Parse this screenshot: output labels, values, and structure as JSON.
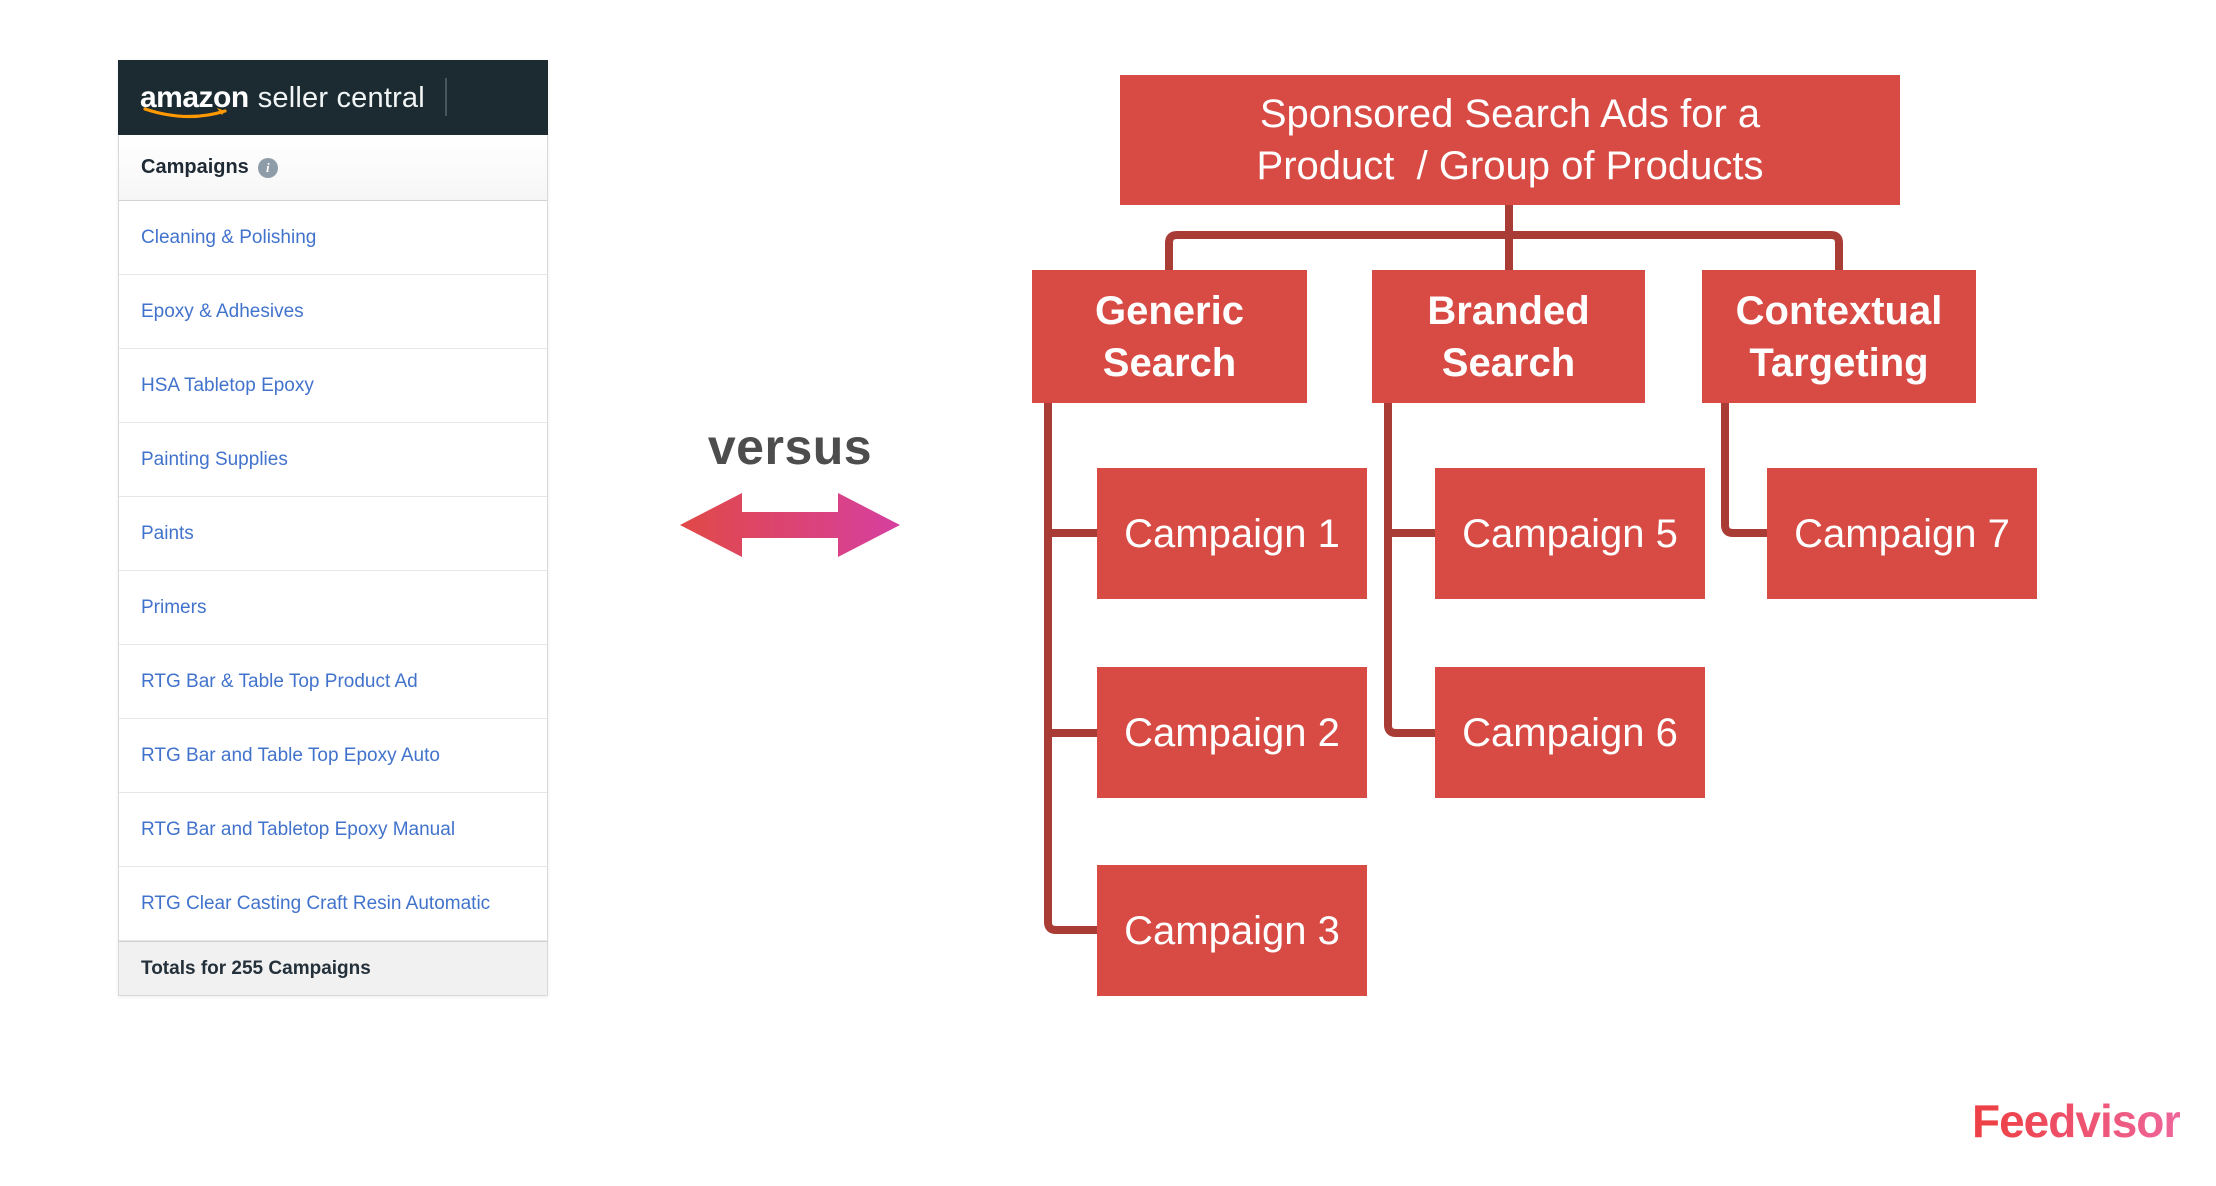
{
  "seller_central": {
    "brand": {
      "amazon": "amazon",
      "suffix": "seller central"
    },
    "header": {
      "title": "Campaigns",
      "info_glyph": "i"
    },
    "campaigns": [
      "Cleaning & Polishing",
      "Epoxy & Adhesives",
      "HSA Tabletop Epoxy",
      "Painting Supplies",
      "Paints",
      "Primers",
      "RTG Bar & Table Top Product Ad",
      "RTG Bar and Table Top Epoxy Auto",
      "RTG Bar and Tabletop Epoxy Manual",
      "RTG Clear Casting Craft Resin Automatic"
    ],
    "totals": "Totals for 255 Campaigns"
  },
  "comparison": {
    "versus_label": "versus"
  },
  "diagram": {
    "root_line1": "Sponsored Search Ads for a",
    "root_line2": "Product  / Group of Products",
    "groups": [
      {
        "label": "Generic Search",
        "campaigns": [
          "Campaign 1",
          "Campaign 2",
          "Campaign 3"
        ]
      },
      {
        "label": "Branded Search",
        "campaigns": [
          "Campaign 5",
          "Campaign 6"
        ]
      },
      {
        "label": "Contextual Targeting",
        "campaigns": [
          "Campaign 7"
        ]
      }
    ]
  },
  "branding": {
    "logo": "Feedvisor"
  },
  "colors": {
    "header_dark": "#1C2B32",
    "amazon_orange": "#FF9900",
    "link_blue": "#4273CC",
    "box_fill": "#D84A44",
    "connector": "#AA3C36",
    "arrow_start": "#E14947",
    "arrow_end": "#D63F9F",
    "logo_start": "#EE4147",
    "logo_end": "#EE6497"
  }
}
